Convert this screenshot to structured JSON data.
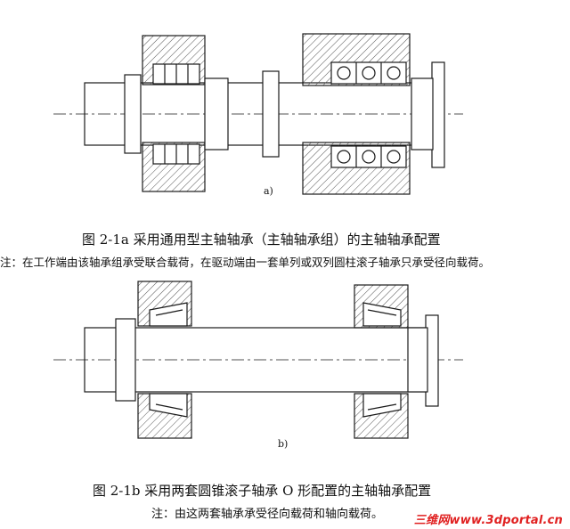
{
  "figure_a": {
    "sub_label": "a)",
    "caption": "图 2-1a   采用通用型主轴轴承（主轴轴承组）的主轴轴承配置",
    "note": "注：在工作端由该轴承组承受联合载荷，在驱动端由一套单列或双列圆柱滚子轴承只承受径向载荷。"
  },
  "figure_b": {
    "sub_label": "b)",
    "caption": "图 2-1b   采用两套圆锥滚子轴承 O 形配置的主轴轴承配置",
    "note": "注：由这两套轴承承受径向载荷和轴向载荷。"
  },
  "watermark": "三维网www.3dportal.cn",
  "colors": {
    "line": "#1a1a1a",
    "hatch": "#555555",
    "watermark": "#e02020"
  }
}
